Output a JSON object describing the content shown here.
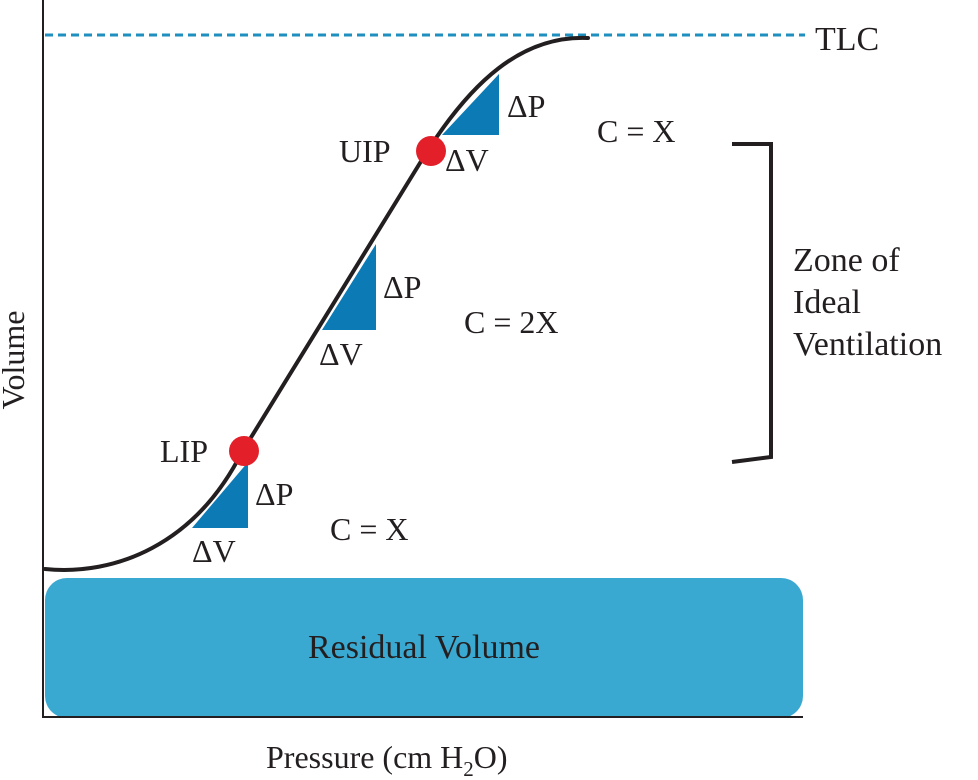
{
  "labels": {
    "tlc": "TLC",
    "uip": "UIP",
    "lip": "LIP",
    "delta_p": "ΔP",
    "delta_v": "ΔV",
    "compliance_upper": "C = X",
    "compliance_middle": "C = 2X",
    "compliance_lower": "C = X",
    "zone_line1": "Zone of",
    "zone_line2": "Ideal",
    "zone_line3": "Ventilation",
    "residual_volume": "Residual Volume",
    "y_axis": "Volume",
    "x_axis_prefix": "Pressure (cm H",
    "x_axis_subscript": "2",
    "x_axis_suffix": "O)"
  },
  "colors": {
    "curve": "#231f20",
    "axis": "#231f20",
    "tlc_line": "#1f8fbf",
    "triangle": "#0b7ab5",
    "inflection_point": "#e3202a",
    "residual_volume": "#3aa9d1",
    "text": "#231f20"
  }
}
